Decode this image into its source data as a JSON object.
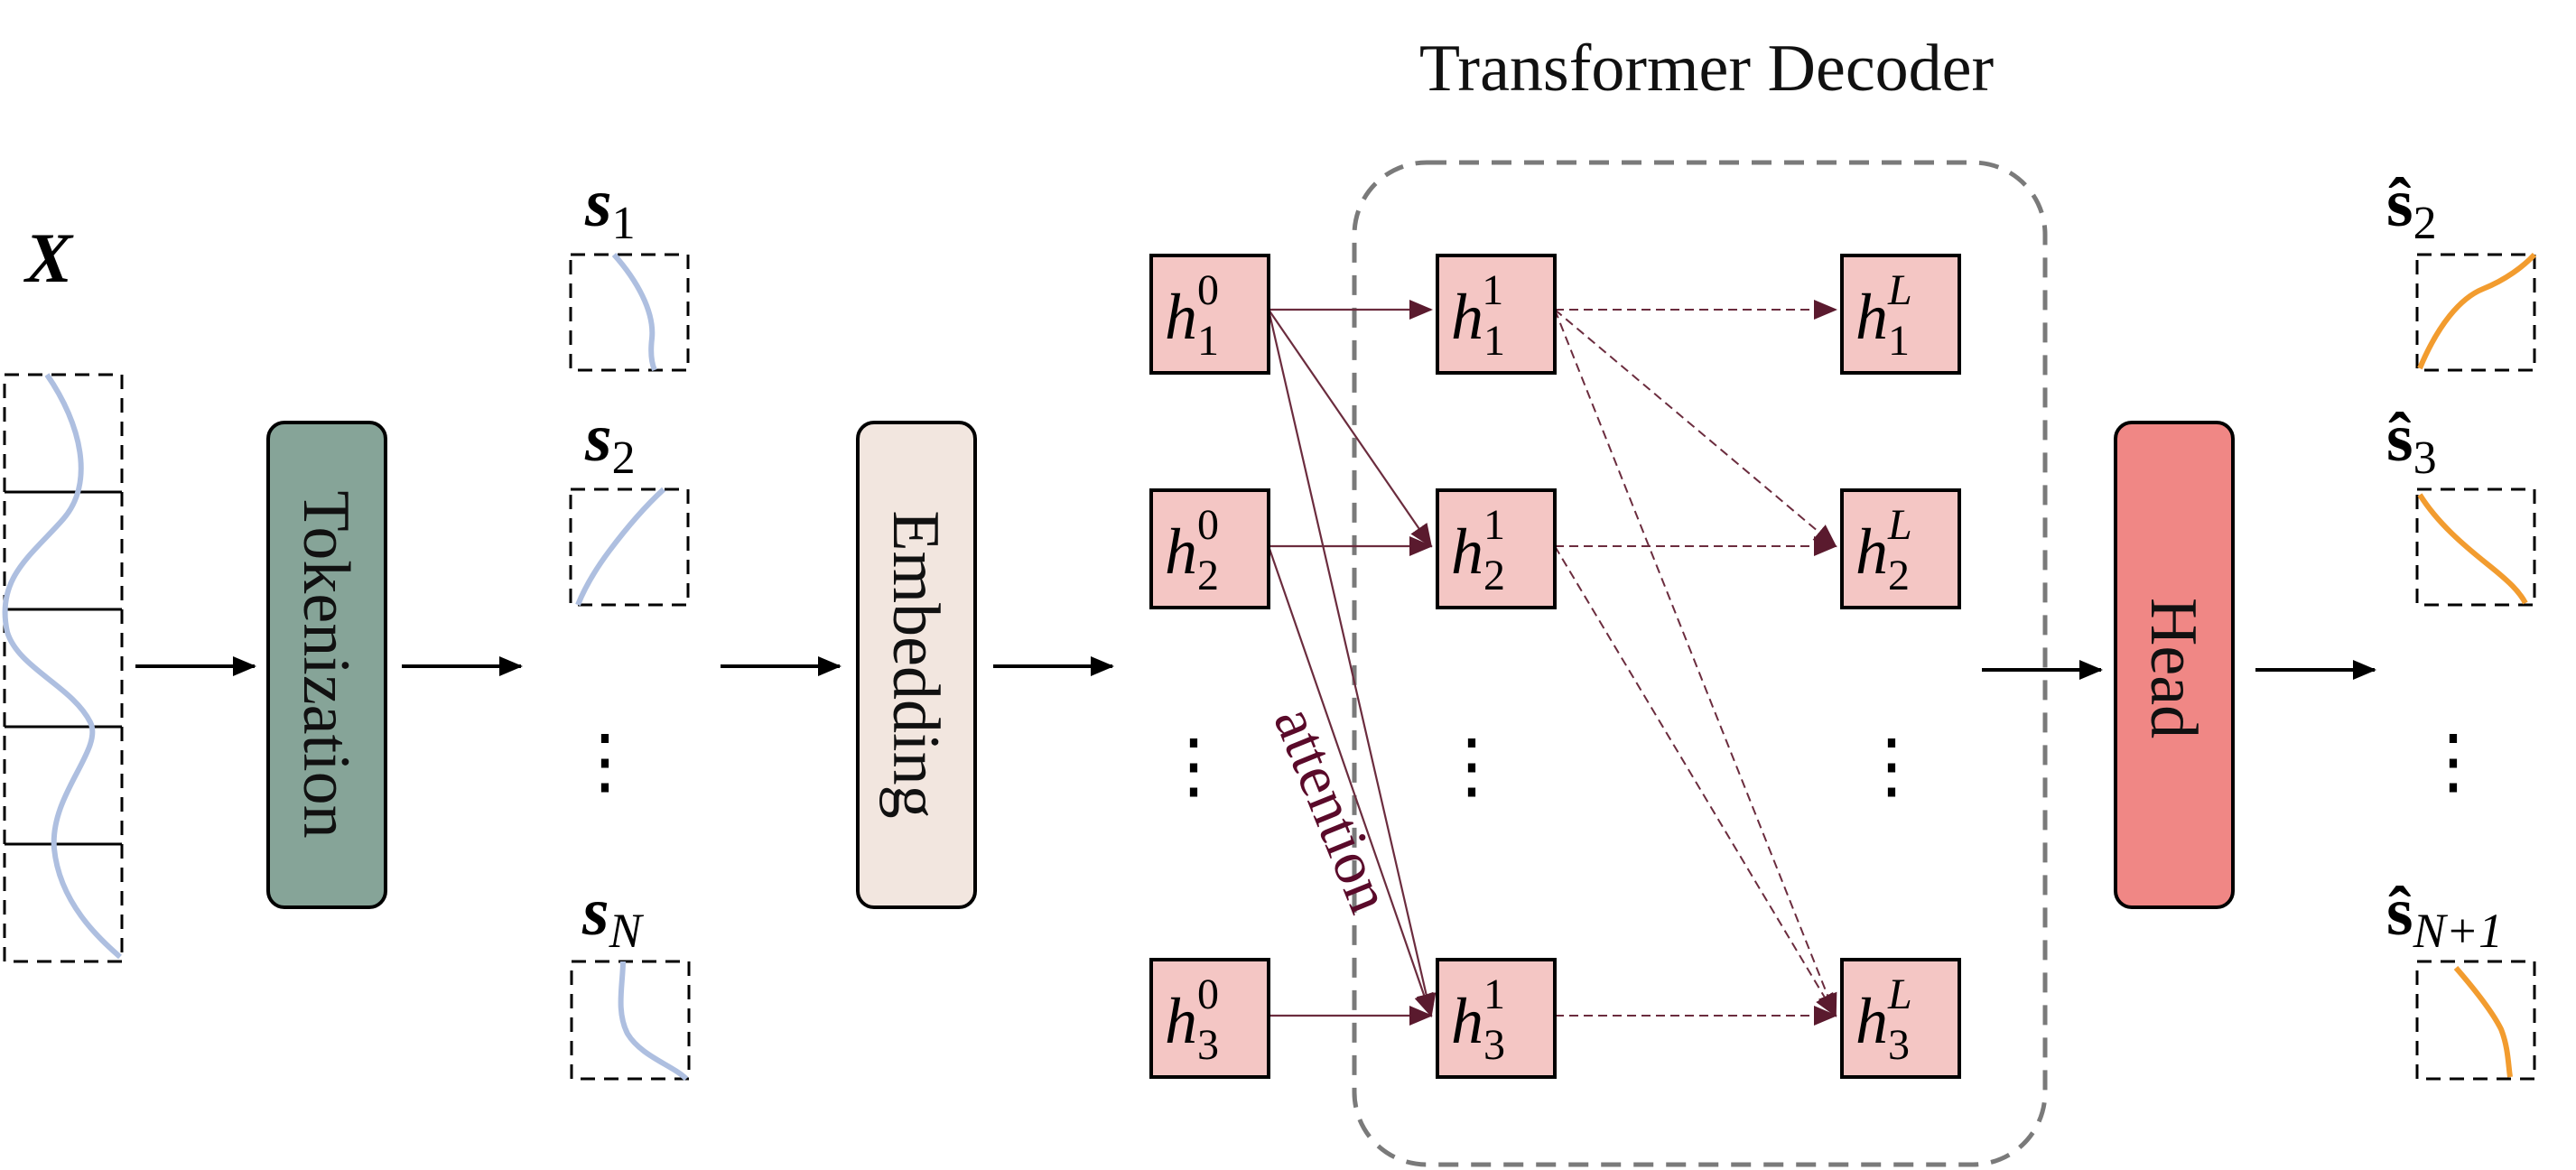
{
  "title": "Transformer Decoder",
  "input": {
    "label": "X",
    "segments": 5
  },
  "blocks": {
    "tokenization": {
      "label": "Tokenization",
      "color": "#86a498"
    },
    "embedding": {
      "label": "Embedding",
      "color": "#f2e6df"
    },
    "head": {
      "label": "Head",
      "color": "#f08785"
    }
  },
  "tokens": {
    "t1": {
      "base": "s",
      "sub": "1"
    },
    "t2": {
      "base": "s",
      "sub": "2"
    },
    "tn": {
      "base": "s",
      "sub": "N"
    },
    "ellipsis": "⋮"
  },
  "hidden": {
    "base": "h",
    "cell_color": "#f4c6c4",
    "nodes": {
      "h01": {
        "sub": "1",
        "sup": "0"
      },
      "h02": {
        "sub": "2",
        "sup": "0"
      },
      "h03": {
        "sub": "3",
        "sup": "0"
      },
      "h11": {
        "sub": "1",
        "sup": "1"
      },
      "h12": {
        "sub": "2",
        "sup": "1"
      },
      "h13": {
        "sub": "3",
        "sup": "1"
      },
      "hL1": {
        "sub": "1",
        "sup": "L"
      },
      "hL2": {
        "sub": "2",
        "sup": "L"
      },
      "hL3": {
        "sub": "3",
        "sup": "L"
      }
    },
    "ellipsis": "⋮"
  },
  "attention_label": "attention",
  "outputs": {
    "o2": {
      "base": "ŝ",
      "sub": "2"
    },
    "o3": {
      "base": "ŝ",
      "sub": "3"
    },
    "on": {
      "base": "ŝ",
      "sub": "N+1"
    },
    "ellipsis": "⋮"
  },
  "colors": {
    "input_curve": "#aebfe0",
    "output_curve": "#f29c2f",
    "arrow_dark": "#5a1a2e",
    "attention_text": "#5a0a2a",
    "frame": "#7a7a7a"
  }
}
